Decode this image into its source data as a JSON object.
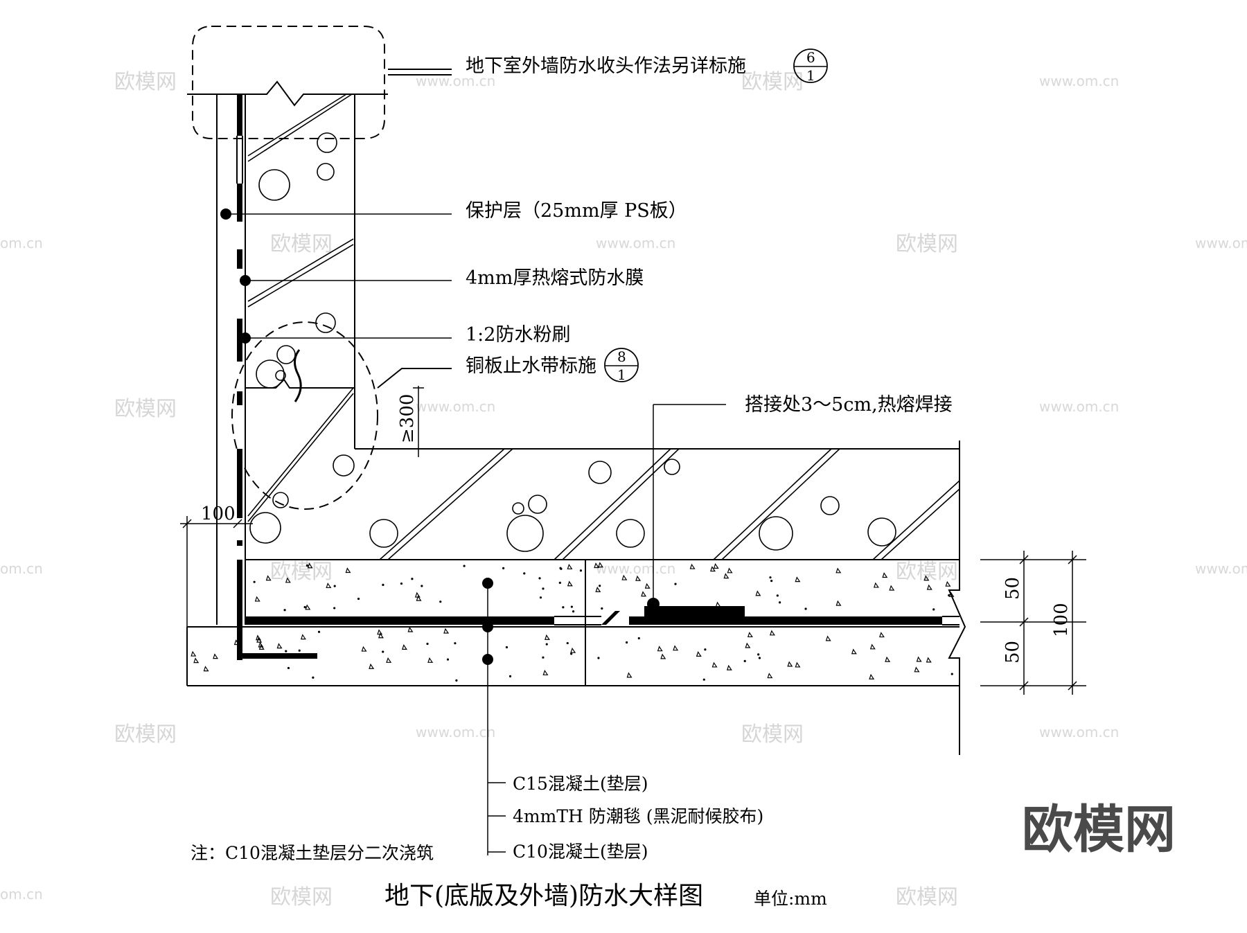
{
  "title": "地下(底版及外墙)防水大样图",
  "unit_label": "单位:mm",
  "note": "注：C10混凝土垫层分二次浇筑",
  "callouts": {
    "wall_termination": "地下室外墙防水收头作法另详标施",
    "protection_layer": "保护层（25mm厚 PS板）",
    "membrane": "4mm厚热熔式防水膜",
    "plaster": "1:2防水粉刷",
    "copper_waterstop": "铜板止水带标施",
    "overlap": "搭接处3～5cm,热熔焊接",
    "c15": "C15混凝土(垫层)",
    "moisture_blanket": "4mmTH 防潮毯 (黑泥耐候胶布)",
    "c10": "C10混凝土(垫层)"
  },
  "refs": {
    "ref1": {
      "top": "6",
      "bottom": "1"
    },
    "ref2": {
      "top": "8",
      "bottom": "1"
    }
  },
  "dimensions": {
    "wall_offset": "100",
    "waterstop_height": "≥300",
    "layer_upper": "50",
    "layer_lower": "50",
    "layer_total": "100"
  },
  "watermark": {
    "brand": "欧模网",
    "url": "www.om.cn",
    "url_short": "om.cn"
  },
  "colors": {
    "line": "#000000",
    "watermark": "#d6d6d6",
    "brand": "#4a4a4a"
  }
}
